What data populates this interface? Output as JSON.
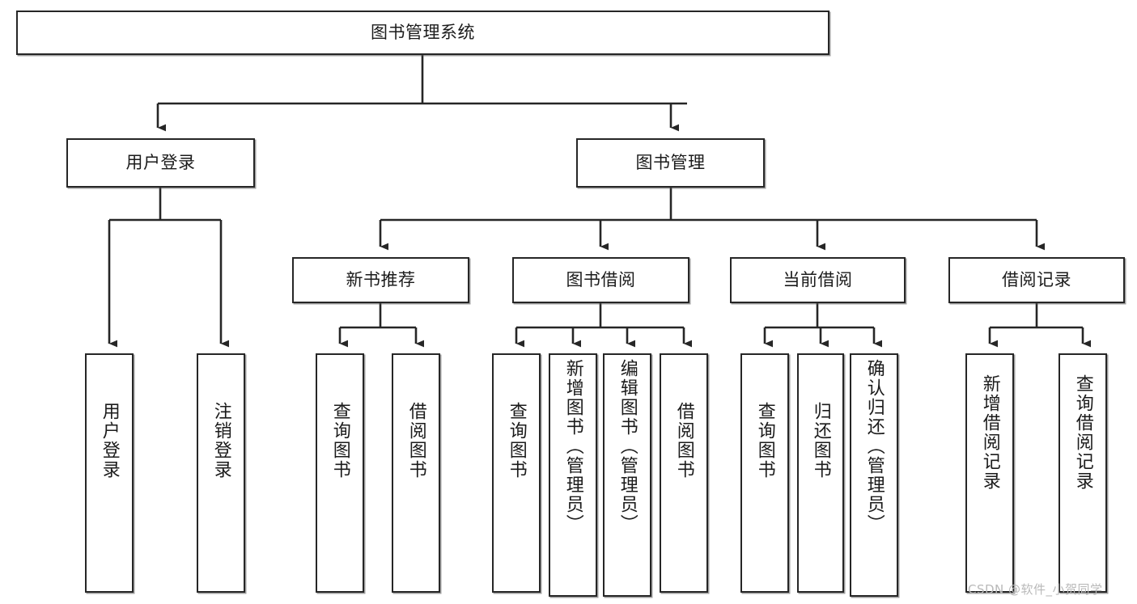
{
  "diagram": {
    "type": "tree-hierarchy",
    "title": "图书管理系统",
    "watermark": "CSDN @软件_小贺同学",
    "colors": {
      "box_border": "#262626",
      "box_fill": "#ffffff",
      "connector": "#262626",
      "text": "#1b1b1b",
      "watermark": "#b9b9b9"
    },
    "nodes": {
      "root": {
        "label": "图书管理系统",
        "level": 1,
        "orientation": "horizontal"
      },
      "user_login": {
        "label": "用户登录",
        "level": 2,
        "orientation": "horizontal"
      },
      "book_manage": {
        "label": "图书管理",
        "level": 2,
        "orientation": "horizontal"
      },
      "new_book_rec": {
        "label": "新书推荐",
        "level": 3,
        "orientation": "horizontal"
      },
      "book_borrow": {
        "label": "图书借阅",
        "level": 3,
        "orientation": "horizontal"
      },
      "current_borrow": {
        "label": "当前借阅",
        "level": 3,
        "orientation": "horizontal"
      },
      "borrow_record": {
        "label": "借阅记录",
        "level": 3,
        "orientation": "horizontal"
      },
      "leaf_user_login": {
        "label": "用户登录",
        "level": 4,
        "orientation": "vertical"
      },
      "leaf_logout": {
        "label": "注销登录",
        "level": 4,
        "orientation": "vertical"
      },
      "leaf_query_book_1": {
        "label": "查询图书",
        "level": 4,
        "orientation": "vertical"
      },
      "leaf_borrow_book_1": {
        "label": "借阅图书",
        "level": 4,
        "orientation": "vertical"
      },
      "leaf_query_book_2": {
        "label": "查询图书",
        "level": 4,
        "orientation": "vertical"
      },
      "leaf_add_book": {
        "label": "新增图书（管理员）",
        "level": 4,
        "orientation": "vertical"
      },
      "leaf_edit_book": {
        "label": "编辑图书（管理员）",
        "level": 4,
        "orientation": "vertical"
      },
      "leaf_borrow_book_2": {
        "label": "借阅图书",
        "level": 4,
        "orientation": "vertical"
      },
      "leaf_query_book_3": {
        "label": "查询图书",
        "level": 4,
        "orientation": "vertical"
      },
      "leaf_return_book": {
        "label": "归还图书",
        "level": 4,
        "orientation": "vertical"
      },
      "leaf_confirm_return": {
        "label": "确认归还（管理员）",
        "level": 4,
        "orientation": "vertical"
      },
      "leaf_add_record": {
        "label": "新增借阅记录",
        "level": 4,
        "orientation": "vertical"
      },
      "leaf_query_record": {
        "label": "查询借阅记录",
        "level": 4,
        "orientation": "vertical"
      }
    },
    "edges": [
      {
        "from": "root",
        "to": "user_login"
      },
      {
        "from": "root",
        "to": "book_manage"
      },
      {
        "from": "book_manage",
        "to": "new_book_rec"
      },
      {
        "from": "book_manage",
        "to": "book_borrow"
      },
      {
        "from": "book_manage",
        "to": "current_borrow"
      },
      {
        "from": "book_manage",
        "to": "borrow_record"
      },
      {
        "from": "user_login",
        "to": "leaf_user_login"
      },
      {
        "from": "user_login",
        "to": "leaf_logout"
      },
      {
        "from": "new_book_rec",
        "to": "leaf_query_book_1"
      },
      {
        "from": "new_book_rec",
        "to": "leaf_borrow_book_1"
      },
      {
        "from": "book_borrow",
        "to": "leaf_query_book_2"
      },
      {
        "from": "book_borrow",
        "to": "leaf_add_book"
      },
      {
        "from": "book_borrow",
        "to": "leaf_edit_book"
      },
      {
        "from": "book_borrow",
        "to": "leaf_borrow_book_2"
      },
      {
        "from": "current_borrow",
        "to": "leaf_query_book_3"
      },
      {
        "from": "current_borrow",
        "to": "leaf_return_book"
      },
      {
        "from": "current_borrow",
        "to": "leaf_confirm_return"
      },
      {
        "from": "borrow_record",
        "to": "leaf_add_record"
      },
      {
        "from": "borrow_record",
        "to": "leaf_query_record"
      }
    ]
  }
}
